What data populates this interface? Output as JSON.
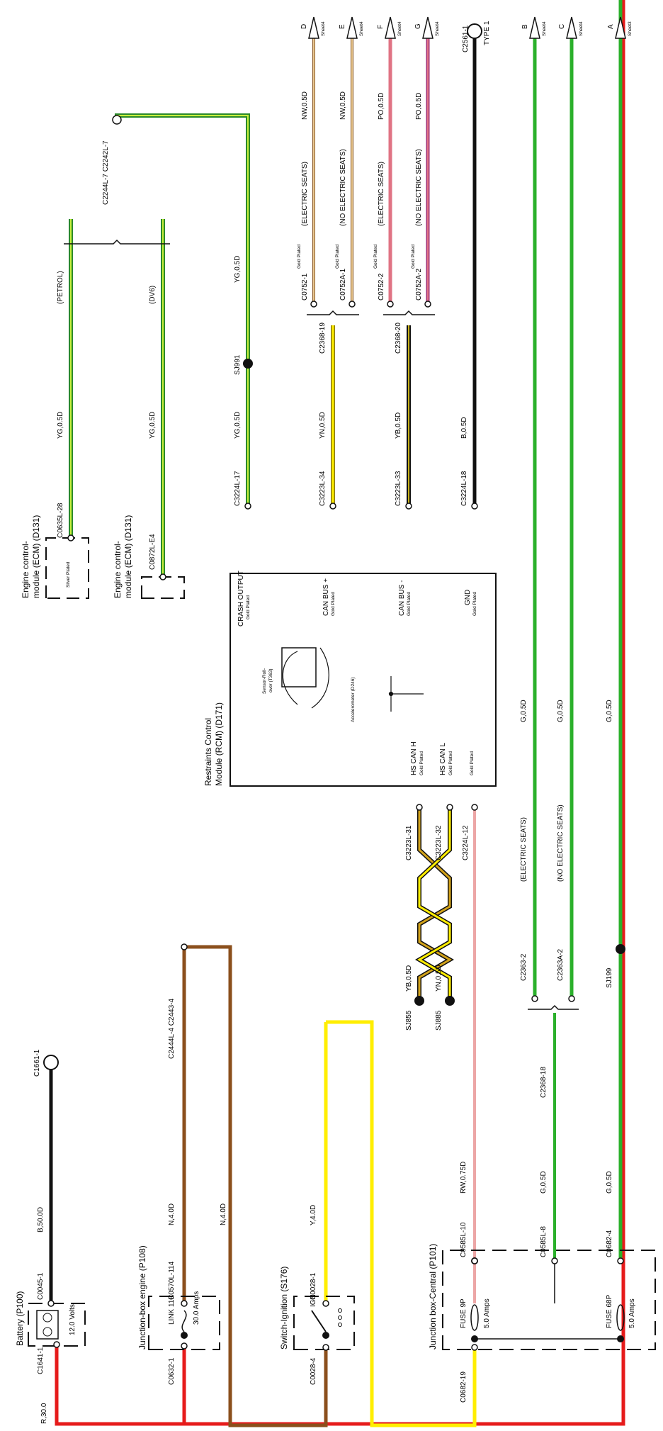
{
  "diagram": {
    "modules": {
      "battery": {
        "title": "Battery (P100)",
        "rating": "12.0 Volts",
        "conn_neg": "C1641-1",
        "conn_pos": "C0045-1",
        "ground": "C1661-1",
        "wire_main": "B,50.0D",
        "wire_feed": "R,30.0"
      },
      "jb_engine": {
        "title": "Junction-box engine (P108)",
        "link": "LINK 11E",
        "amps": "30.0 Amps",
        "conn_in": "C0632-1",
        "conn_out": "C0570L-114",
        "wire_out": "N,4.0D",
        "wire_ret": "N,4.0D",
        "inline_conn": "C2444L-4 C2443-4"
      },
      "ignition": {
        "title": "Switch-Ignition (S176)",
        "ign": "IGN",
        "conn_in": "C0028-4",
        "conn_out": "C0028-1",
        "wire_out": "Y,4.0D"
      },
      "jb_central": {
        "title": "Junction box-Central (P101)",
        "fuse1": "FUSE 9P",
        "fuse1_amps": "5.0 Amps",
        "fuse2": "FUSE 68P",
        "fuse2_amps": "5.0 Amps",
        "conn_in": "C0682-19",
        "conn_a": "C0585L-10",
        "conn_b": "C0585L-8",
        "conn_c": "C0682-4"
      },
      "ecm1": {
        "title1": "Engine control-",
        "title2": "module (ECM) (D131)",
        "conn": "C0635L-28",
        "plating": "Silver Plated",
        "wire": "YG,0.5D",
        "variant": "(PETROL)"
      },
      "ecm2": {
        "title1": "Engine control-",
        "title2": "module (ECM) (D131)",
        "conn": "C0872L-E4",
        "wire": "YG,0.5D",
        "variant": "(DV6)"
      },
      "rcm": {
        "title1": "Restraints Control",
        "title2": "Module (RCM) (D171)",
        "crash": "CRASH OUTPUT",
        "canp": "CAN BUS +",
        "canm": "CAN BUS -",
        "gnd": "GND",
        "gold": "Gold Plated",
        "sensor1": "Sensor-Roll-",
        "sensor2": "over (T363)",
        "accel": "Accelerometer (D246)",
        "hscanh": "HS CAN H",
        "hscanl": "HS CAN L",
        "c_crash": "C3224L-17",
        "c_canp": "C3223L-34",
        "c_canm": "C3223L-33",
        "c_gnd": "C3224L-18",
        "c_h": "C3223L-31",
        "c_l": "C3223L-32",
        "c_low": "C3224L-12"
      }
    },
    "labels": {
      "c2244": "C2244L-7 C2242L-7",
      "sj991": "SJ991",
      "w_yg1": "YG,0.5D",
      "w_yg2": "YG,0.5D",
      "w_yn": "YN,0.5D",
      "w_yb": "YB,0.5D",
      "w_b05": "B,0.5D",
      "c2368_19": "C2368-19",
      "c2368_20": "C2368-20",
      "c2368_18": "C2368-18",
      "c0752_1": "C0752-1",
      "c0752a_1": "C0752A-1",
      "c0752_2": "C0752-2",
      "c0752a_2": "C0752A-2",
      "gold": "Gold Plated",
      "es": "(ELECTRIC SEATS)",
      "nes": "(NO ELECTRIC SEATS)",
      "w_nw1": "NW,0.5D",
      "w_nw2": "NW,0.5D",
      "w_po1": "PO,0.5D",
      "w_po2": "PO,0.5D",
      "c2561": "C2561-1",
      "type1": "TYPE 1",
      "sj855": "SJ855",
      "sj885": "SJ885",
      "w_yb2": "YB,0.5D",
      "w_yn2": "YN,0.5D",
      "w_rw": "RW,0.75D",
      "c2363_2": "C2363-2",
      "c2363a_2": "C2363A-2",
      "sj199": "SJ199",
      "w_g1": "G,0.5D",
      "w_g2": "G,0.5D",
      "w_g3": "G,0.5D",
      "w_g4": "G,0.5D",
      "w_g5": "G,0.5D"
    },
    "sheets": [
      {
        "letter": "D",
        "sheet": "Sheet4"
      },
      {
        "letter": "E",
        "sheet": "Sheet4"
      },
      {
        "letter": "F",
        "sheet": "Sheet4"
      },
      {
        "letter": "G",
        "sheet": "Sheet4"
      },
      {
        "letter": "B",
        "sheet": "Sheet4"
      },
      {
        "letter": "C",
        "sheet": "Sheet4"
      },
      {
        "letter": "A",
        "sheet": "Sheet3"
      }
    ],
    "colors": {
      "red": "#e61b1b",
      "brown": "#8b4f1c",
      "yellow": "#ffee00",
      "green": "#2bb02b",
      "yg": "#9dcc1f",
      "black": "#111111",
      "tan": "#c69a5a",
      "pink": "#e07384",
      "rw": "#d94c4c"
    }
  }
}
